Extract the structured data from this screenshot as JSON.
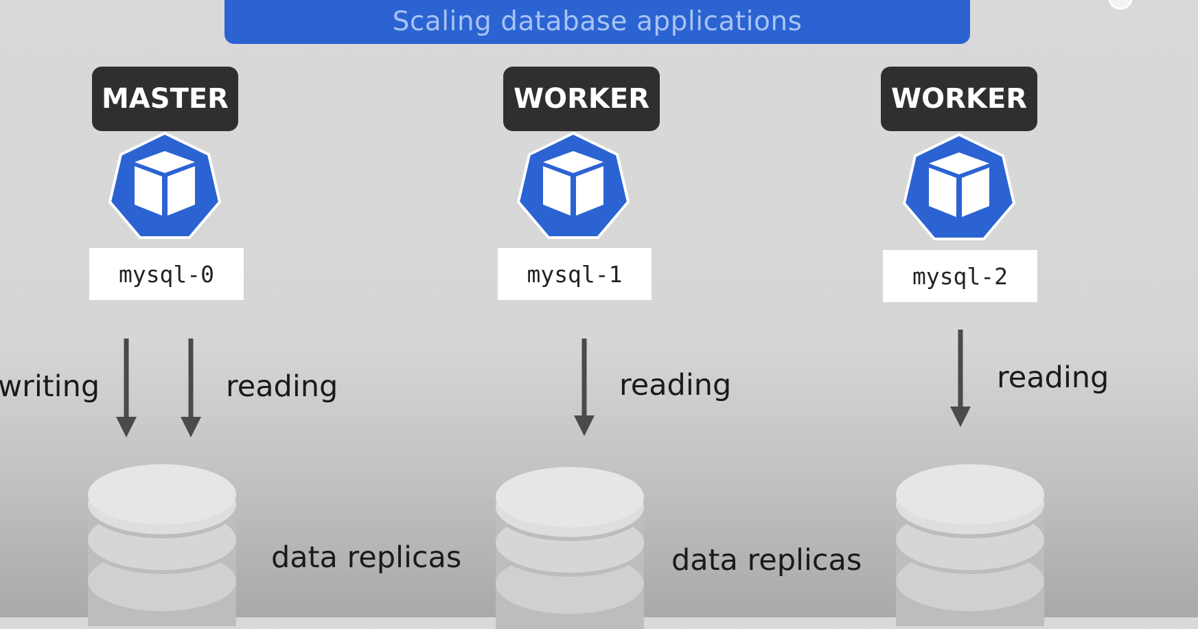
{
  "header": {
    "title": "Scaling database applications"
  },
  "nodes": [
    {
      "role": "MASTER",
      "pod": "mysql-0",
      "icon": "kubernetes-pod-icon",
      "operations": [
        "writing",
        "reading"
      ]
    },
    {
      "role": "WORKER",
      "pod": "mysql-1",
      "icon": "kubernetes-pod-icon",
      "operations": [
        "reading"
      ]
    },
    {
      "role": "WORKER",
      "pod": "mysql-2",
      "icon": "kubernetes-pod-icon",
      "operations": [
        "reading"
      ]
    }
  ],
  "storage": {
    "labels": [
      "data replicas",
      "data replicas"
    ],
    "icon": "database-icon"
  },
  "colors": {
    "accent": "#2b63d2",
    "badge": "#2f2f2f",
    "background": "#d9d9d9"
  }
}
